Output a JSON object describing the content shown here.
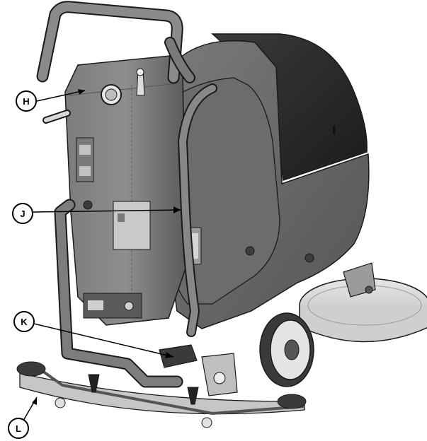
{
  "diagram": {
    "callouts": [
      {
        "id": "H",
        "label": "H"
      },
      {
        "id": "J",
        "label": "J"
      },
      {
        "id": "K",
        "label": "K"
      },
      {
        "id": "L",
        "label": "L"
      }
    ],
    "colors": {
      "body_light": "#8a8a8a",
      "body_mid": "#6d6d6d",
      "body_dark": "#4a4a4a",
      "tank_black": "#262626",
      "frame_gray": "#7d7d7d",
      "deck_light": "#d9d9d9",
      "outline": "#1a1a1a",
      "callout_line": "#000000",
      "callout_fill": "#ffffff"
    },
    "icons": [
      "scrubber-dryer-machine",
      "control-panel",
      "handle-bar",
      "recovery-hose",
      "squeegee-assembly",
      "brush-deck",
      "rear-wheel"
    ]
  }
}
